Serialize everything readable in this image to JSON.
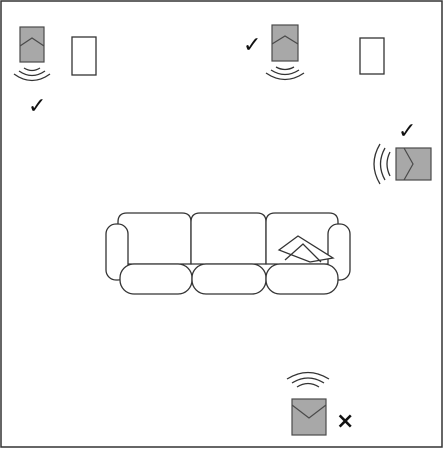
{
  "diagram": {
    "colors": {
      "speaker_fill": "#a8a8a8",
      "speaker_stroke": "#4a4a4a",
      "line": "#333333",
      "background": "#ffffff",
      "mark": "#111111"
    },
    "marks": {
      "check": "✓",
      "cross": "×"
    },
    "speakers": [
      {
        "id": "front-left",
        "status": "check",
        "direction": "down"
      },
      {
        "id": "front-center",
        "status": "check",
        "direction": "down"
      },
      {
        "id": "right-side",
        "status": "check",
        "direction": "left"
      },
      {
        "id": "rear",
        "status": "cross",
        "direction": "up"
      }
    ],
    "boxes": [
      {
        "id": "left-box",
        "icon": "empty-rectangle"
      },
      {
        "id": "center-box",
        "icon": "empty-rectangle"
      }
    ],
    "furniture": {
      "icon": "sofa-icon",
      "seats": 3,
      "has_pillow": true
    }
  }
}
